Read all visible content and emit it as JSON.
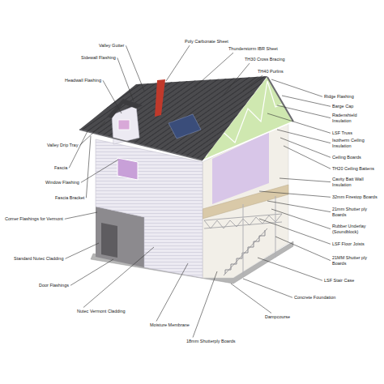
{
  "diagram": {
    "labels": [
      "Valley Gutter",
      "Sidewall Flashing",
      "Headwall Flashing",
      "Valley Drip Tray",
      "Fascia",
      "Window Flashing",
      "Fascia Bracket",
      "Corner Flashings for Vermont",
      "Standard Nutec Cladding",
      "Door Flashings",
      "Nutec Vermont Cladding",
      "Moisture Membrane",
      "18mm Shutterply Boards",
      "Poly Carbonate Sheet",
      "Thunderstorm IBR Sheet",
      "TH30 Cross Bracing",
      "TH40 Purlins",
      "Ridge Flashing",
      "Barge Cap",
      "Radenshield Insulation",
      "LSF Truss",
      "Isotherm Ceiling Insulation",
      "Ceiling Boards",
      "TH20 Ceiling Battens",
      "Cavity Batt Wall Insulation",
      "32mm Firestop Boards",
      "21mm Shutter ply Boards",
      "Rubber Underlay (Soundblock)",
      "LSF Floor Joists",
      "21MM Shutter ply Boards",
      "LSF Stair Case",
      "Concrete Foundation",
      "Dampcourse"
    ]
  }
}
